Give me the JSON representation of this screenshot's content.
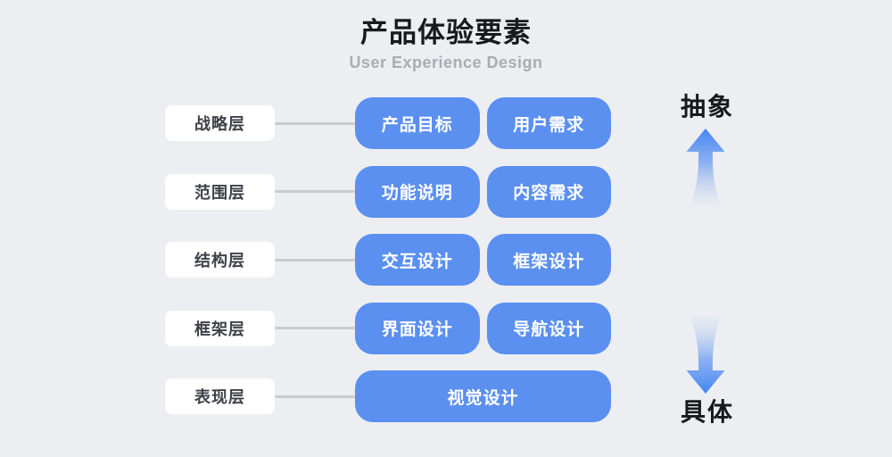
{
  "title": "产品体验要素",
  "subtitle": "User Experience Design",
  "rows": [
    {
      "layer": "战略层",
      "items": [
        "产品目标",
        "用户需求"
      ]
    },
    {
      "layer": "范围层",
      "items": [
        "功能说明",
        "内容需求"
      ]
    },
    {
      "layer": "结构层",
      "items": [
        "交互设计",
        "框架设计"
      ]
    },
    {
      "layer": "框架层",
      "items": [
        "界面设计",
        "导航设计"
      ]
    },
    {
      "layer": "表现层",
      "items": [
        "视觉设计"
      ]
    }
  ],
  "axis": {
    "top_label": "抽象",
    "bottom_label": "具体"
  },
  "colors": {
    "background": "#EDEEF2",
    "card": "#5B8FF0",
    "card_text": "#FFFFFF",
    "label_bg": "#FFFFFF",
    "label_text": "#3D4249",
    "connector": "#C9CBD0",
    "title": "#17191C",
    "subtitle": "#A9ACB2",
    "arrow": "#4486F3"
  }
}
